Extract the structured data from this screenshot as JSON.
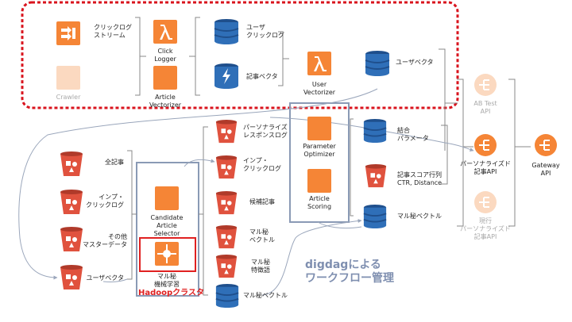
{
  "colors": {
    "orange": "#f58536",
    "orange_light": "#f8c9a4",
    "orange_faded": "#fbd9c0",
    "red_bucket": "#e0523e",
    "blue_db": "#2f6fb8",
    "blue_dark": "#1f4f8c",
    "red_dash": "#d9141e",
    "group_border": "#8a9ab5",
    "line": "#9aa6bb",
    "bracket": "#888888"
  },
  "labels": {
    "clickstream": [
      "クリックログ",
      "ストリーム"
    ],
    "crawler": "Crawler",
    "click_logger": [
      "Click",
      "Logger"
    ],
    "article_vectorizer": [
      "Article",
      "Vectorizer"
    ],
    "user_clicklog": [
      "ユーザ",
      "クリックログ"
    ],
    "article_vector": "記事ベクタ",
    "user_vectorizer": [
      "User",
      "Vectorizer"
    ],
    "user_vector": "ユーザベクタ",
    "ab_test_api": [
      "AB Test",
      "API"
    ],
    "personalized_api": [
      "パーソナライズド",
      "記事API"
    ],
    "current_personalized_api": [
      "現行",
      "パーソナライズド",
      "記事API"
    ],
    "gateway_api": [
      "Gateway",
      "API"
    ],
    "all_articles": "全記事",
    "imp_clicklog_left": [
      "インプ・",
      "クリックログ"
    ],
    "other_master": [
      "その他",
      "マスターデータ"
    ],
    "user_vector_left": "ユーザベクタ",
    "candidate_selector": [
      "Candidate",
      "Article",
      "Selector"
    ],
    "ml_learning": [
      "マル秘",
      "機械学習"
    ],
    "hadoop_cluster": "Hadoopクラスタ",
    "personalize_response_log": [
      "パーソナライズ",
      "レスポンスログ"
    ],
    "imp_clicklog_mid": [
      "インプ・",
      "クリックログ"
    ],
    "candidate_articles": "候補記事",
    "secret_vector_mid": [
      "マル秘",
      "ベクトル"
    ],
    "secret_features": [
      "マル秘",
      "特徴語"
    ],
    "secret_vector_bottom": "マル秘ベクトル",
    "parameter_optimizer": [
      "Parameter",
      "Optimizer"
    ],
    "article_scoring": [
      "Article",
      "Scoring"
    ],
    "combined_params": [
      "結合",
      "パラメータ"
    ],
    "score_matrix": [
      "記事スコア行列",
      "CTR, Distance"
    ],
    "secret_vector_right": "マル秘ベクトル",
    "digdag": [
      "digdagによる",
      "ワークフロー管理"
    ]
  },
  "icons": {
    "kinesis": "kinesis-icon",
    "lambda": "lambda-icon",
    "ec2": "ec2-instance-icon",
    "dynamodb": "dynamodb-table-icon",
    "dynamodb_stream": "dynamodb-stream-icon",
    "s3": "s3-bucket-icon",
    "api_gateway": "api-gateway-icon",
    "emr": "emr-cluster-icon"
  }
}
